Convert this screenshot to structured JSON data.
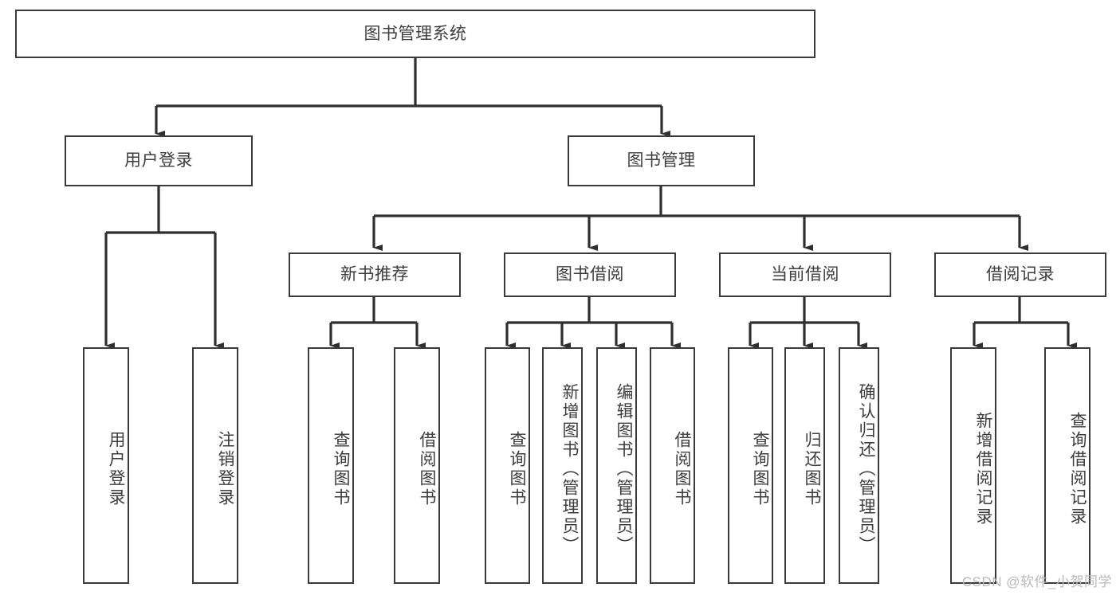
{
  "diagram": {
    "type": "tree",
    "title": "图书管理系统",
    "watermark": "CSDN @软件_小贺同学",
    "colors": {
      "box_border": "#3a3a3a",
      "box_fill": "#ffffff",
      "connector": "#2f2f2f",
      "text": "#3d3d3d",
      "watermark": "#b9b9b9",
      "background": "#ffffff"
    },
    "root": {
      "id": "root",
      "label": "图书管理系统"
    },
    "level1": [
      {
        "id": "user-login",
        "label": "用户登录"
      },
      {
        "id": "book-management",
        "label": "图书管理"
      }
    ],
    "level2": [
      {
        "id": "new-book-recommend",
        "label": "新书推荐",
        "parent": "book-management"
      },
      {
        "id": "book-borrow",
        "label": "图书借阅",
        "parent": "book-management"
      },
      {
        "id": "current-borrow",
        "label": "当前借阅",
        "parent": "book-management"
      },
      {
        "id": "borrow-record",
        "label": "借阅记录",
        "parent": "book-management"
      }
    ],
    "leaves": [
      {
        "id": "leaf-user-login",
        "label": "用户登录",
        "parent": "user-login"
      },
      {
        "id": "leaf-logout",
        "label": "注销登录",
        "parent": "user-login"
      },
      {
        "id": "leaf-query-book-1",
        "label": "查询图书",
        "parent": "new-book-recommend"
      },
      {
        "id": "leaf-borrow-book-1",
        "label": "借阅图书",
        "parent": "new-book-recommend"
      },
      {
        "id": "leaf-query-book-2",
        "label": "查询图书",
        "parent": "book-borrow"
      },
      {
        "id": "leaf-add-book",
        "label": "新增图书（管理员）",
        "parent": "book-borrow"
      },
      {
        "id": "leaf-edit-book",
        "label": "编辑图书（管理员）",
        "parent": "book-borrow"
      },
      {
        "id": "leaf-borrow-book-2",
        "label": "借阅图书",
        "parent": "book-borrow"
      },
      {
        "id": "leaf-query-book-3",
        "label": "查询图书",
        "parent": "current-borrow"
      },
      {
        "id": "leaf-return-book",
        "label": "归还图书",
        "parent": "current-borrow"
      },
      {
        "id": "leaf-confirm-return",
        "label": "确认归还（管理员）",
        "parent": "current-borrow"
      },
      {
        "id": "leaf-add-record",
        "label": "新增借阅记录",
        "parent": "borrow-record"
      },
      {
        "id": "leaf-query-record",
        "label": "查询借阅记录",
        "parent": "borrow-record"
      }
    ]
  }
}
